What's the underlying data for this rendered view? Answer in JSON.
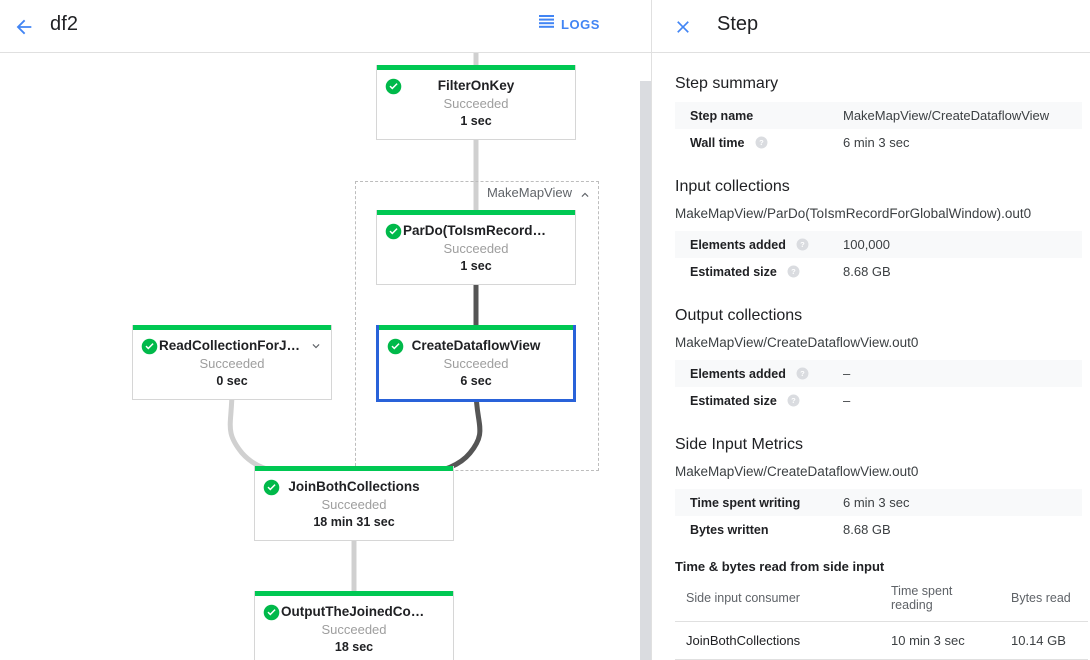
{
  "topbar": {
    "back_icon": "arrow-back-icon",
    "job_name": "df2",
    "logs_label": "LOGS",
    "logs_icon": "logs-list-icon"
  },
  "graph": {
    "composite": {
      "label": "MakeMapView",
      "chevron": "chevron-up-icon"
    },
    "nodes": [
      {
        "id": "filter-on-key",
        "title": "FilterOnKey",
        "status": "Succeeded",
        "time": "1 sec",
        "status_icon": "check-circle-icon",
        "selected": false,
        "chevron": ""
      },
      {
        "id": "pardo-toismrecordfor",
        "title": "ParDo(ToIsmRecordFor…",
        "status": "Succeeded",
        "time": "1 sec",
        "status_icon": "check-circle-icon",
        "selected": false,
        "chevron": ""
      },
      {
        "id": "create-dataflow-view",
        "title": "CreateDataflowView",
        "status": "Succeeded",
        "time": "6 sec",
        "status_icon": "check-circle-icon",
        "selected": true,
        "chevron": ""
      },
      {
        "id": "read-collection-for-join",
        "title": "ReadCollectionForJoin",
        "status": "Succeeded",
        "time": "0 sec",
        "status_icon": "check-circle-icon",
        "selected": false,
        "chevron": "chevron-down-icon"
      },
      {
        "id": "join-both-collections",
        "title": "JoinBothCollections",
        "status": "Succeeded",
        "time": "18 min 31 sec",
        "status_icon": "check-circle-icon",
        "selected": false,
        "chevron": ""
      },
      {
        "id": "output-the-joined-collection",
        "title": "OutputTheJoinedCollec…",
        "status": "Succeeded",
        "time": "18 sec",
        "status_icon": "check-circle-icon",
        "selected": false,
        "chevron": ""
      }
    ]
  },
  "side_panel": {
    "close_icon": "close-icon",
    "title": "Step",
    "step_summary": {
      "heading": "Step summary",
      "rows": [
        {
          "key": "Step name",
          "value": "MakeMapView/CreateDataflowView",
          "help": false
        },
        {
          "key": "Wall time",
          "value": "6 min 3 sec",
          "help": true
        }
      ]
    },
    "input_collections": {
      "heading": "Input collections",
      "collection": "MakeMapView/ParDo(ToIsmRecordForGlobalWindow).out0",
      "rows": [
        {
          "key": "Elements added",
          "value": "100,000",
          "help": true
        },
        {
          "key": "Estimated size",
          "value": "8.68 GB",
          "help": true
        }
      ]
    },
    "output_collections": {
      "heading": "Output collections",
      "collection": "MakeMapView/CreateDataflowView.out0",
      "rows": [
        {
          "key": "Elements added",
          "value": "–",
          "help": true
        },
        {
          "key": "Estimated size",
          "value": "–",
          "help": true
        }
      ]
    },
    "side_input_metrics": {
      "heading": "Side Input Metrics",
      "collection": "MakeMapView/CreateDataflowView.out0",
      "rows": [
        {
          "key": "Time spent writing",
          "value": "6 min 3 sec",
          "help": false
        },
        {
          "key": "Bytes written",
          "value": "8.68 GB",
          "help": false
        }
      ]
    },
    "side_input_reads": {
      "heading": "Time & bytes read from side input",
      "columns": [
        "Side input consumer",
        "Time spent reading",
        "Bytes read"
      ],
      "rows": [
        {
          "consumer": "JoinBothCollections",
          "time": "10 min 3 sec",
          "bytes": "10.14 GB"
        }
      ]
    }
  },
  "colors": {
    "accent_blue": "#4285f4",
    "selected_border": "#2962d9",
    "success_green": "#00c853",
    "edge_gray": "#d0d0d0",
    "edge_dark": "#555555"
  }
}
